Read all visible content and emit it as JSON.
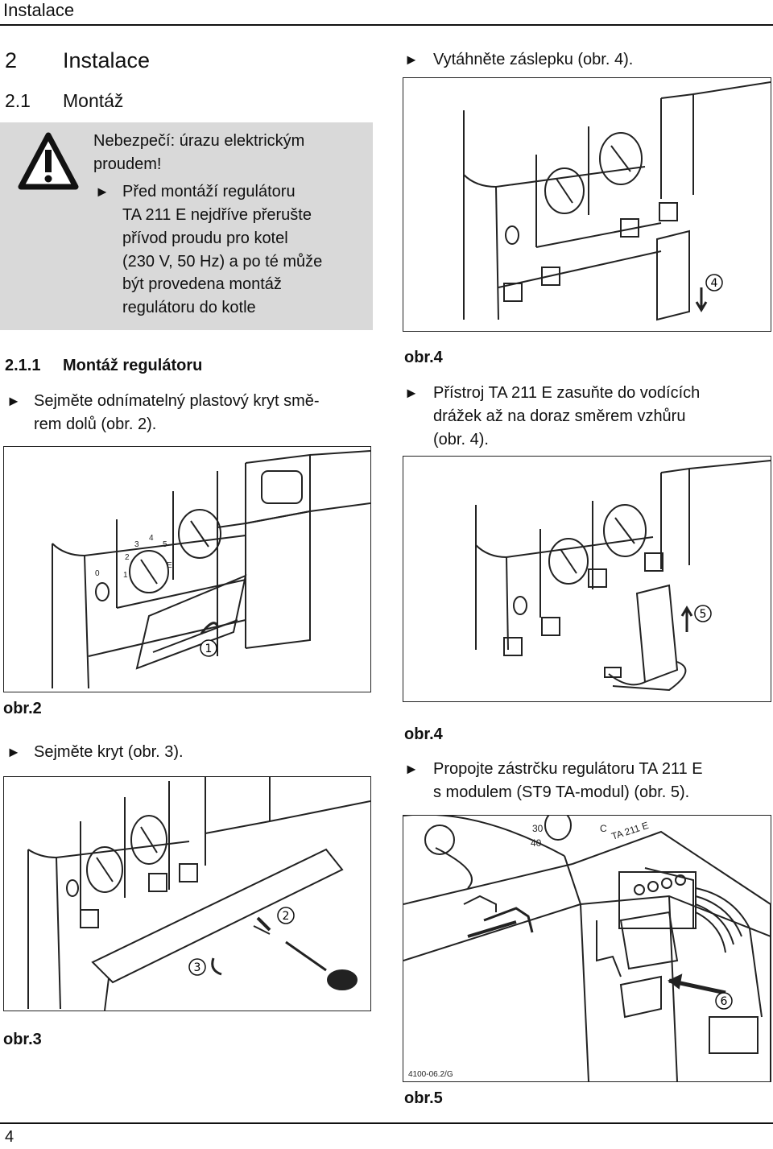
{
  "header": {
    "title": "Instalace"
  },
  "section": {
    "number": "2",
    "title": "Instalace"
  },
  "subsection": {
    "number": "2.1",
    "title": "Montáž"
  },
  "warning": {
    "heading": "Nebezpečí: úrazu elektrickým proudem!",
    "lines": [
      "Před montáží regulátoru",
      "TA 211 E nejdříve přerušte",
      "přívod proudu pro kotel",
      "(230 V, 50 Hz) a po té může",
      "být provedena montáž",
      "regulátoru do kotle"
    ]
  },
  "subsubsection": {
    "number": "2.1.1",
    "title": "Montáž regulátoru"
  },
  "steps": {
    "remove_cover_lines": [
      "Sejměte odnímatelný plastový kryt smě-",
      "rem dolů (obr. 2)."
    ],
    "take_off": "Sejměte kryt (obr. 3).",
    "pull_blank": "Vytáhněte záslepku (obr. 4).",
    "insert_lines": [
      "Přístroj TA 211 E zasuňte do vodících",
      "drážek až na doraz směrem vzhůru",
      "(obr. 4)."
    ],
    "connect_lines": [
      "Propojte zástrčku regulátoru TA 211 E",
      "s modulem (ST9 TA-modul) (obr. 5)."
    ]
  },
  "bullet_symbol": "►",
  "figures": {
    "fig2": {
      "caption": "obr.2",
      "callout": "1"
    },
    "fig3": {
      "caption": "obr.3",
      "callouts": [
        "2",
        "3"
      ]
    },
    "fig4a": {
      "caption": "obr.4",
      "callout": "4"
    },
    "fig4b": {
      "caption": "obr.4",
      "callout": "5"
    },
    "fig5": {
      "caption": "obr.5",
      "callout": "6",
      "code": "4100-06.2/G",
      "device_label": "TA 211 E",
      "dial_labels": [
        "30",
        "40",
        "C"
      ]
    }
  },
  "dial_numbers": [
    "0",
    "1",
    "2",
    "3",
    "4",
    "5",
    "E"
  ],
  "footer": {
    "page_number": "4"
  }
}
